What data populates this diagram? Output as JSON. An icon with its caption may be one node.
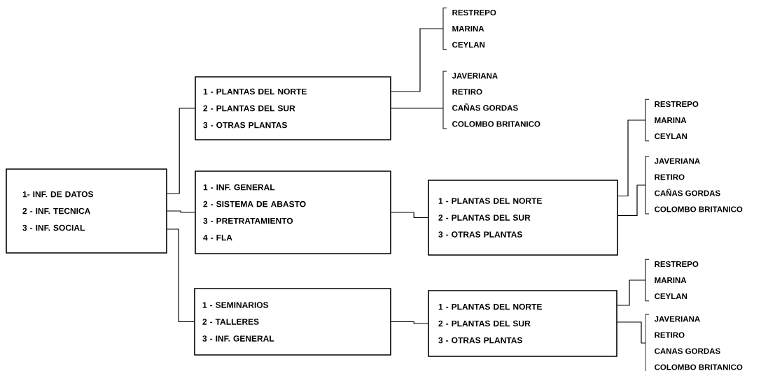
{
  "diagram": {
    "nodes": [
      {
        "text": [
          "1- INF. DE DATOS",
          "2 - INF. TECNICA",
          "3 - INF. SOCIAL"
        ]
      },
      {
        "text": [
          "1 - PLANTAS DEL NORTE",
          "2 - PLANTAS DEL SUR",
          "3 - OTRAS PLANTAS"
        ]
      },
      {
        "text": [
          "1 - INF. GENERAL",
          "2 - SISTEMA DE ABASTO",
          "3 - PRETRATAMIENTO",
          "4 - FLA"
        ]
      },
      {
        "text": [
          "1 - SEMINARIOS",
          "2 - TALLERES",
          "3 - INF. GENERAL"
        ]
      },
      {
        "text": [
          "1 - PLANTAS DEL NORTE",
          "2 - PLANTAS DEL SUR",
          "3 - OTRAS PLANTAS"
        ]
      },
      {
        "text": [
          "1 - PLANTAS DEL NORTE",
          "2 - PLANTAS DEL SUR",
          "3 - OTRAS PLANTAS"
        ]
      },
      {
        "text": [
          "RESTREPO",
          "MARINA",
          "CEYLAN"
        ]
      },
      {
        "text": [
          "JAVERIANA",
          "RETIRO",
          "CAÑAS GORDAS",
          "COLOMBO BRITANICO"
        ]
      },
      {
        "text": [
          "RESTREPO",
          "MARINA",
          "CEYLAN"
        ]
      },
      {
        "text": [
          "JAVERIANA",
          "RETIRO",
          "CAÑAS GORDAS",
          "COLOMBO BRITANICO"
        ]
      },
      {
        "text": [
          "RESTREPO",
          "MARINA",
          "CEYLAN"
        ]
      },
      {
        "text": [
          "JAVERIANA",
          "RETIRO",
          "CANAS GORDAS",
          "COLOMBO BRITANICO"
        ]
      }
    ],
    "edges": [
      {
        "from": 0,
        "to": 1,
        "arrow": "none"
      },
      {
        "from": 0,
        "to": 2,
        "arrow": "none"
      },
      {
        "from": 0,
        "to": 3,
        "arrow": "none"
      },
      {
        "from": 1,
        "to": 6,
        "arrow": "none"
      },
      {
        "from": 1,
        "to": 7,
        "arrow": "none"
      },
      {
        "from": 2,
        "to": 4,
        "arrow": "none"
      },
      {
        "from": 4,
        "to": 8,
        "arrow": "none"
      },
      {
        "from": 4,
        "to": 9,
        "arrow": "none"
      },
      {
        "from": 3,
        "to": 5,
        "arrow": "none"
      },
      {
        "from": 5,
        "to": 10,
        "arrow": "none"
      },
      {
        "from": 5,
        "to": 11,
        "arrow": "none"
      }
    ]
  }
}
